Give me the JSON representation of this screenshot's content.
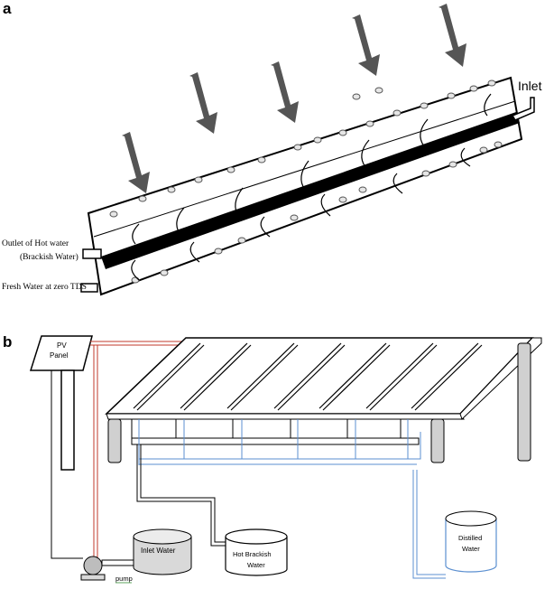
{
  "panel_a": {
    "letter": "a",
    "inlet_label": "Inlet",
    "outlet_label_line1": "Outlet of Hot water",
    "outlet_label_line2": "(Brackish Water)",
    "fresh_label": "Fresh Water at zero TDS"
  },
  "panel_b": {
    "letter": "b",
    "pv_line1": "PV",
    "pv_line2": "Panel",
    "inlet_tank": "Inlet Water",
    "hot_line1": "Hot Brackish",
    "hot_line2": "Water",
    "distilled_line1": "Distilled",
    "distilled_line2": "Water",
    "pump_label": "pump"
  },
  "colors": {
    "arrow_fill": "#555555",
    "absorber": "#000000",
    "red_pipe": "#c0392b",
    "blue_pipe": "#5b8fd0",
    "tank_fill": "#d9d9d9"
  }
}
